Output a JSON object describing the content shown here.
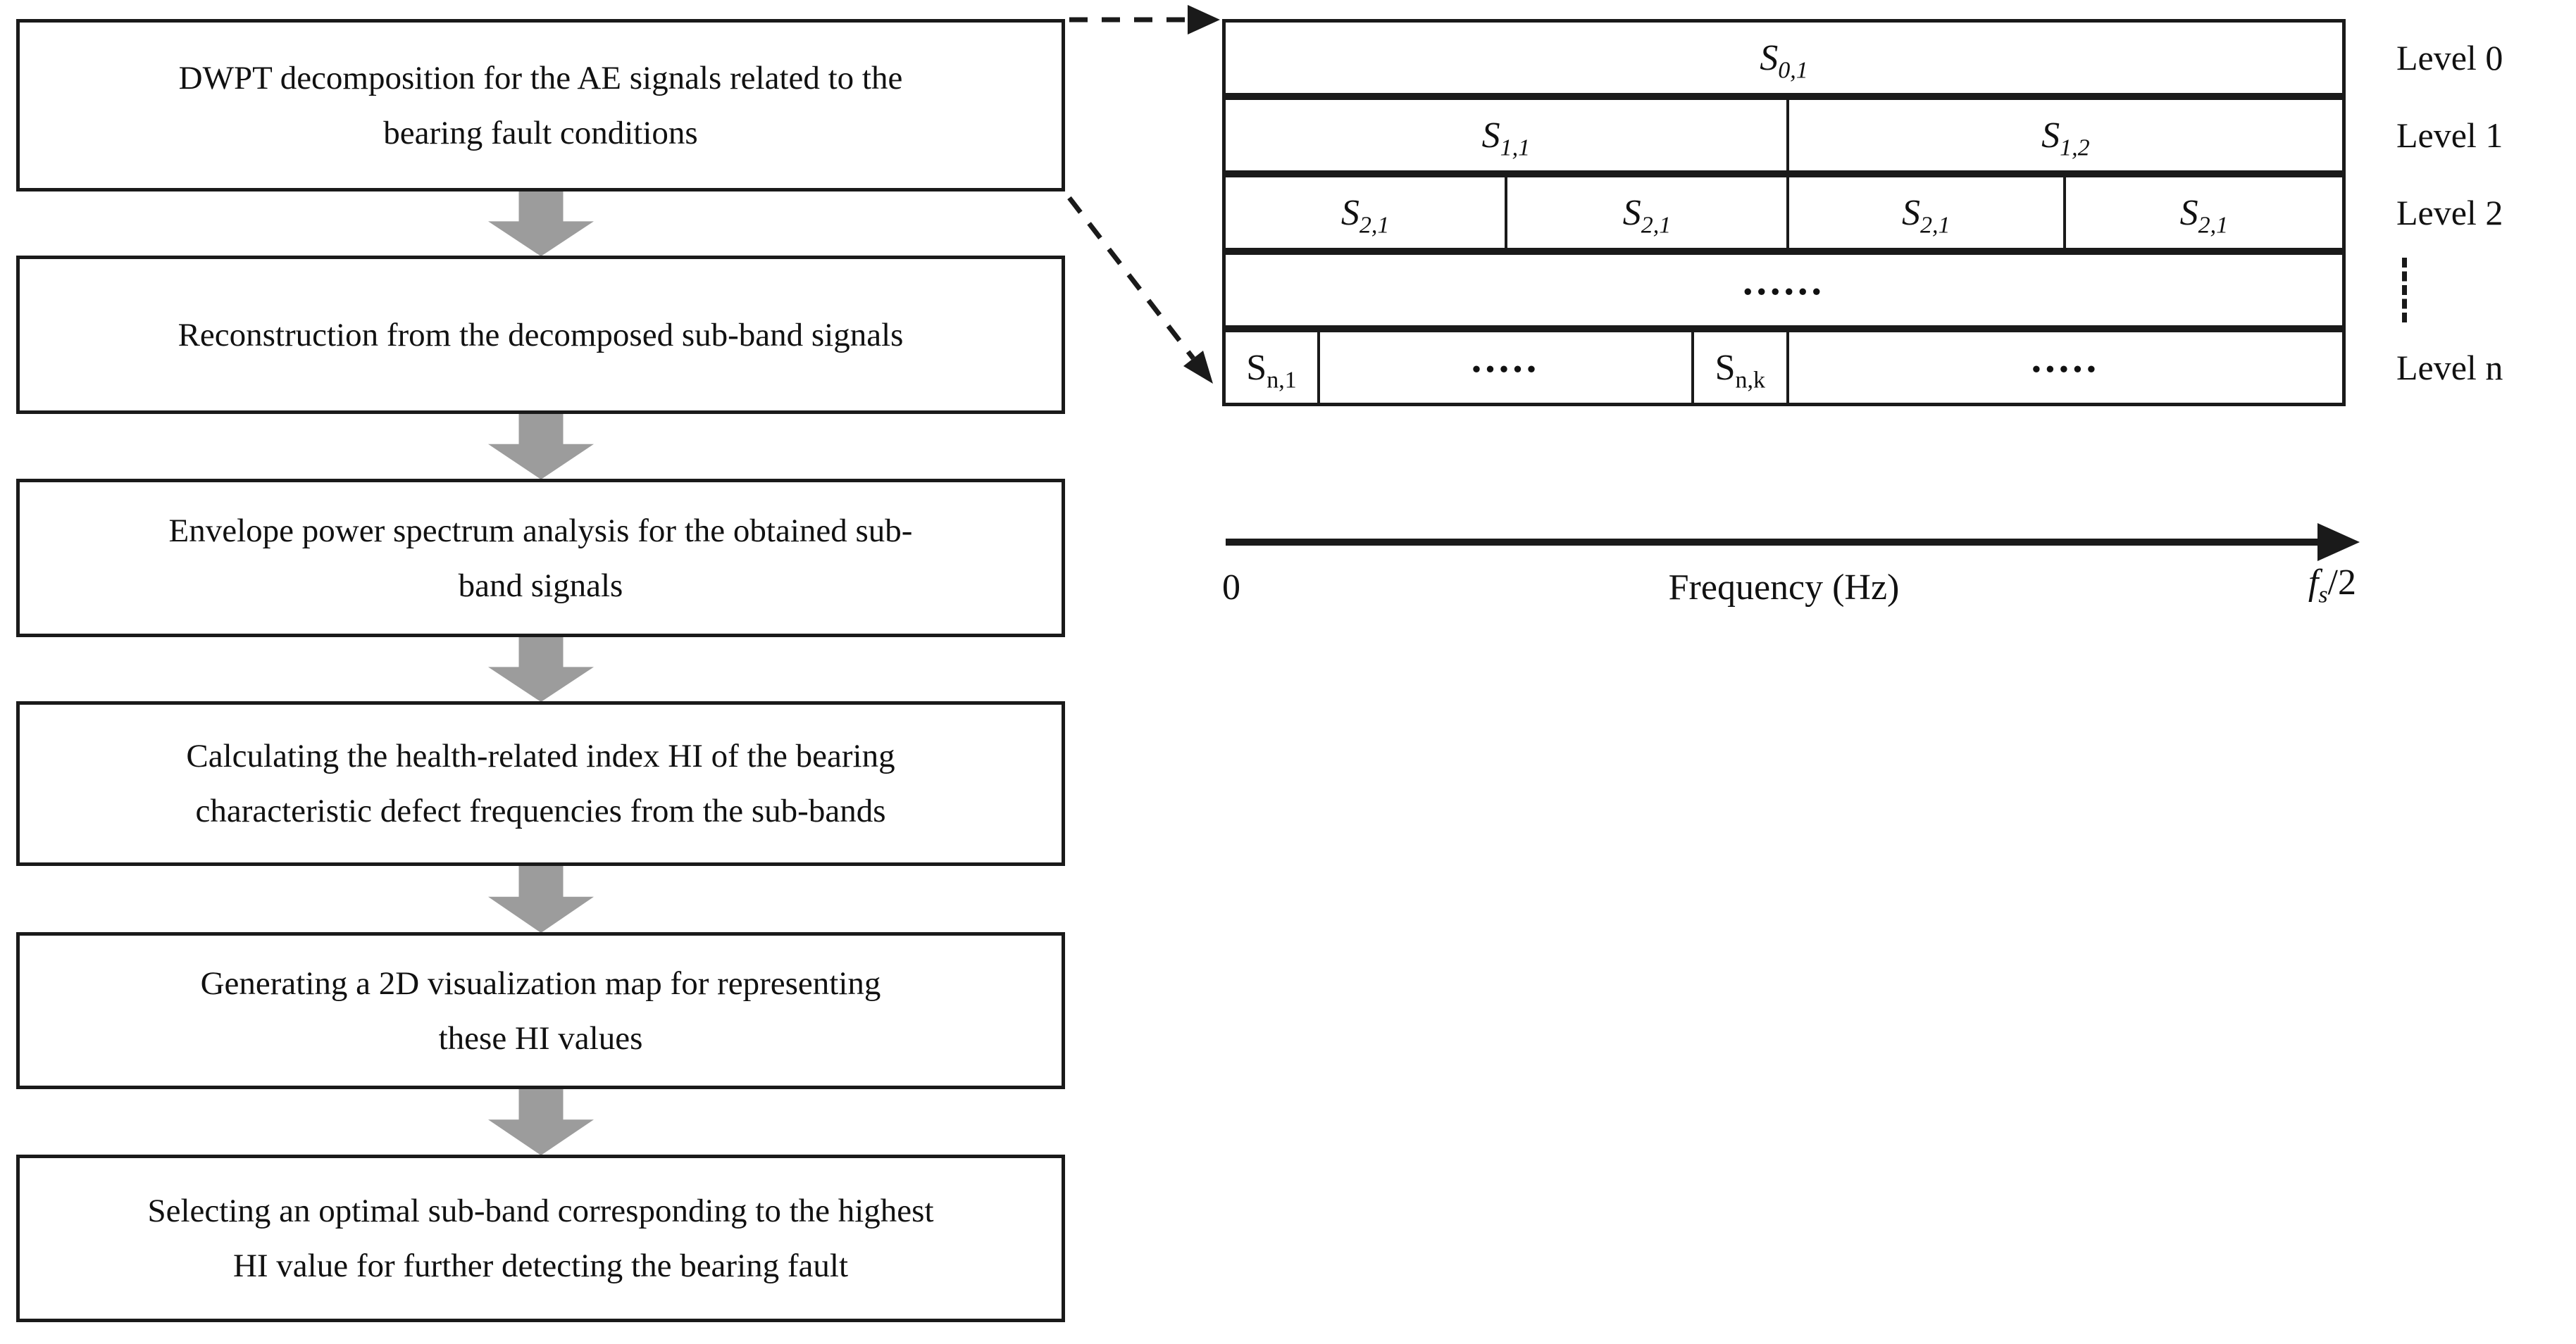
{
  "figure": {
    "background": "#ffffff",
    "line_color": "#1a1a1a",
    "block_arrow_color": "#9c9c9c"
  },
  "flowchart": {
    "steps": [
      {
        "line1": "DWPT decomposition for the AE signals related to the",
        "line2": "bearing fault conditions"
      },
      {
        "line1": "Reconstruction from the decomposed sub-band signals",
        "line2": ""
      },
      {
        "line1": "Envelope power spectrum analysis for the obtained sub-",
        "line2": "band signals"
      },
      {
        "line1": "Calculating the health-related index HI of the bearing",
        "line2": "characteristic defect frequencies from the sub-bands"
      },
      {
        "line1": "Generating a 2D visualization map for representing",
        "line2": "these HI values"
      },
      {
        "line1": "Selecting an optimal sub-band corresponding to the highest",
        "line2": "HI value for further detecting the bearing fault"
      }
    ]
  },
  "tree": {
    "levels": [
      {
        "label": "Level 0",
        "cells": [
          {
            "base": "S",
            "sub": "0,1"
          }
        ]
      },
      {
        "label": "Level 1",
        "cells": [
          {
            "base": "S",
            "sub": "1,1"
          },
          {
            "base": "S",
            "sub": "1,2"
          }
        ]
      },
      {
        "label": "Level 2",
        "cells": [
          {
            "base": "S",
            "sub": "2,1"
          },
          {
            "base": "S",
            "sub": "2,1"
          },
          {
            "base": "S",
            "sub": "2,1"
          },
          {
            "base": "S",
            "sub": "2,1"
          }
        ]
      },
      {
        "label": "⋮",
        "cells": [
          {
            "text": "......"
          }
        ]
      },
      {
        "label": "Level n",
        "cells": [
          {
            "base": "S",
            "sub": "n,1"
          },
          {
            "text": "....."
          },
          {
            "base": "S",
            "sub": "n,k"
          },
          {
            "text": "....."
          }
        ]
      }
    ]
  },
  "axis": {
    "origin": "0",
    "title": "Frequency (Hz)",
    "end": {
      "base": "f",
      "sub": "s",
      "suffix": "/2"
    }
  }
}
